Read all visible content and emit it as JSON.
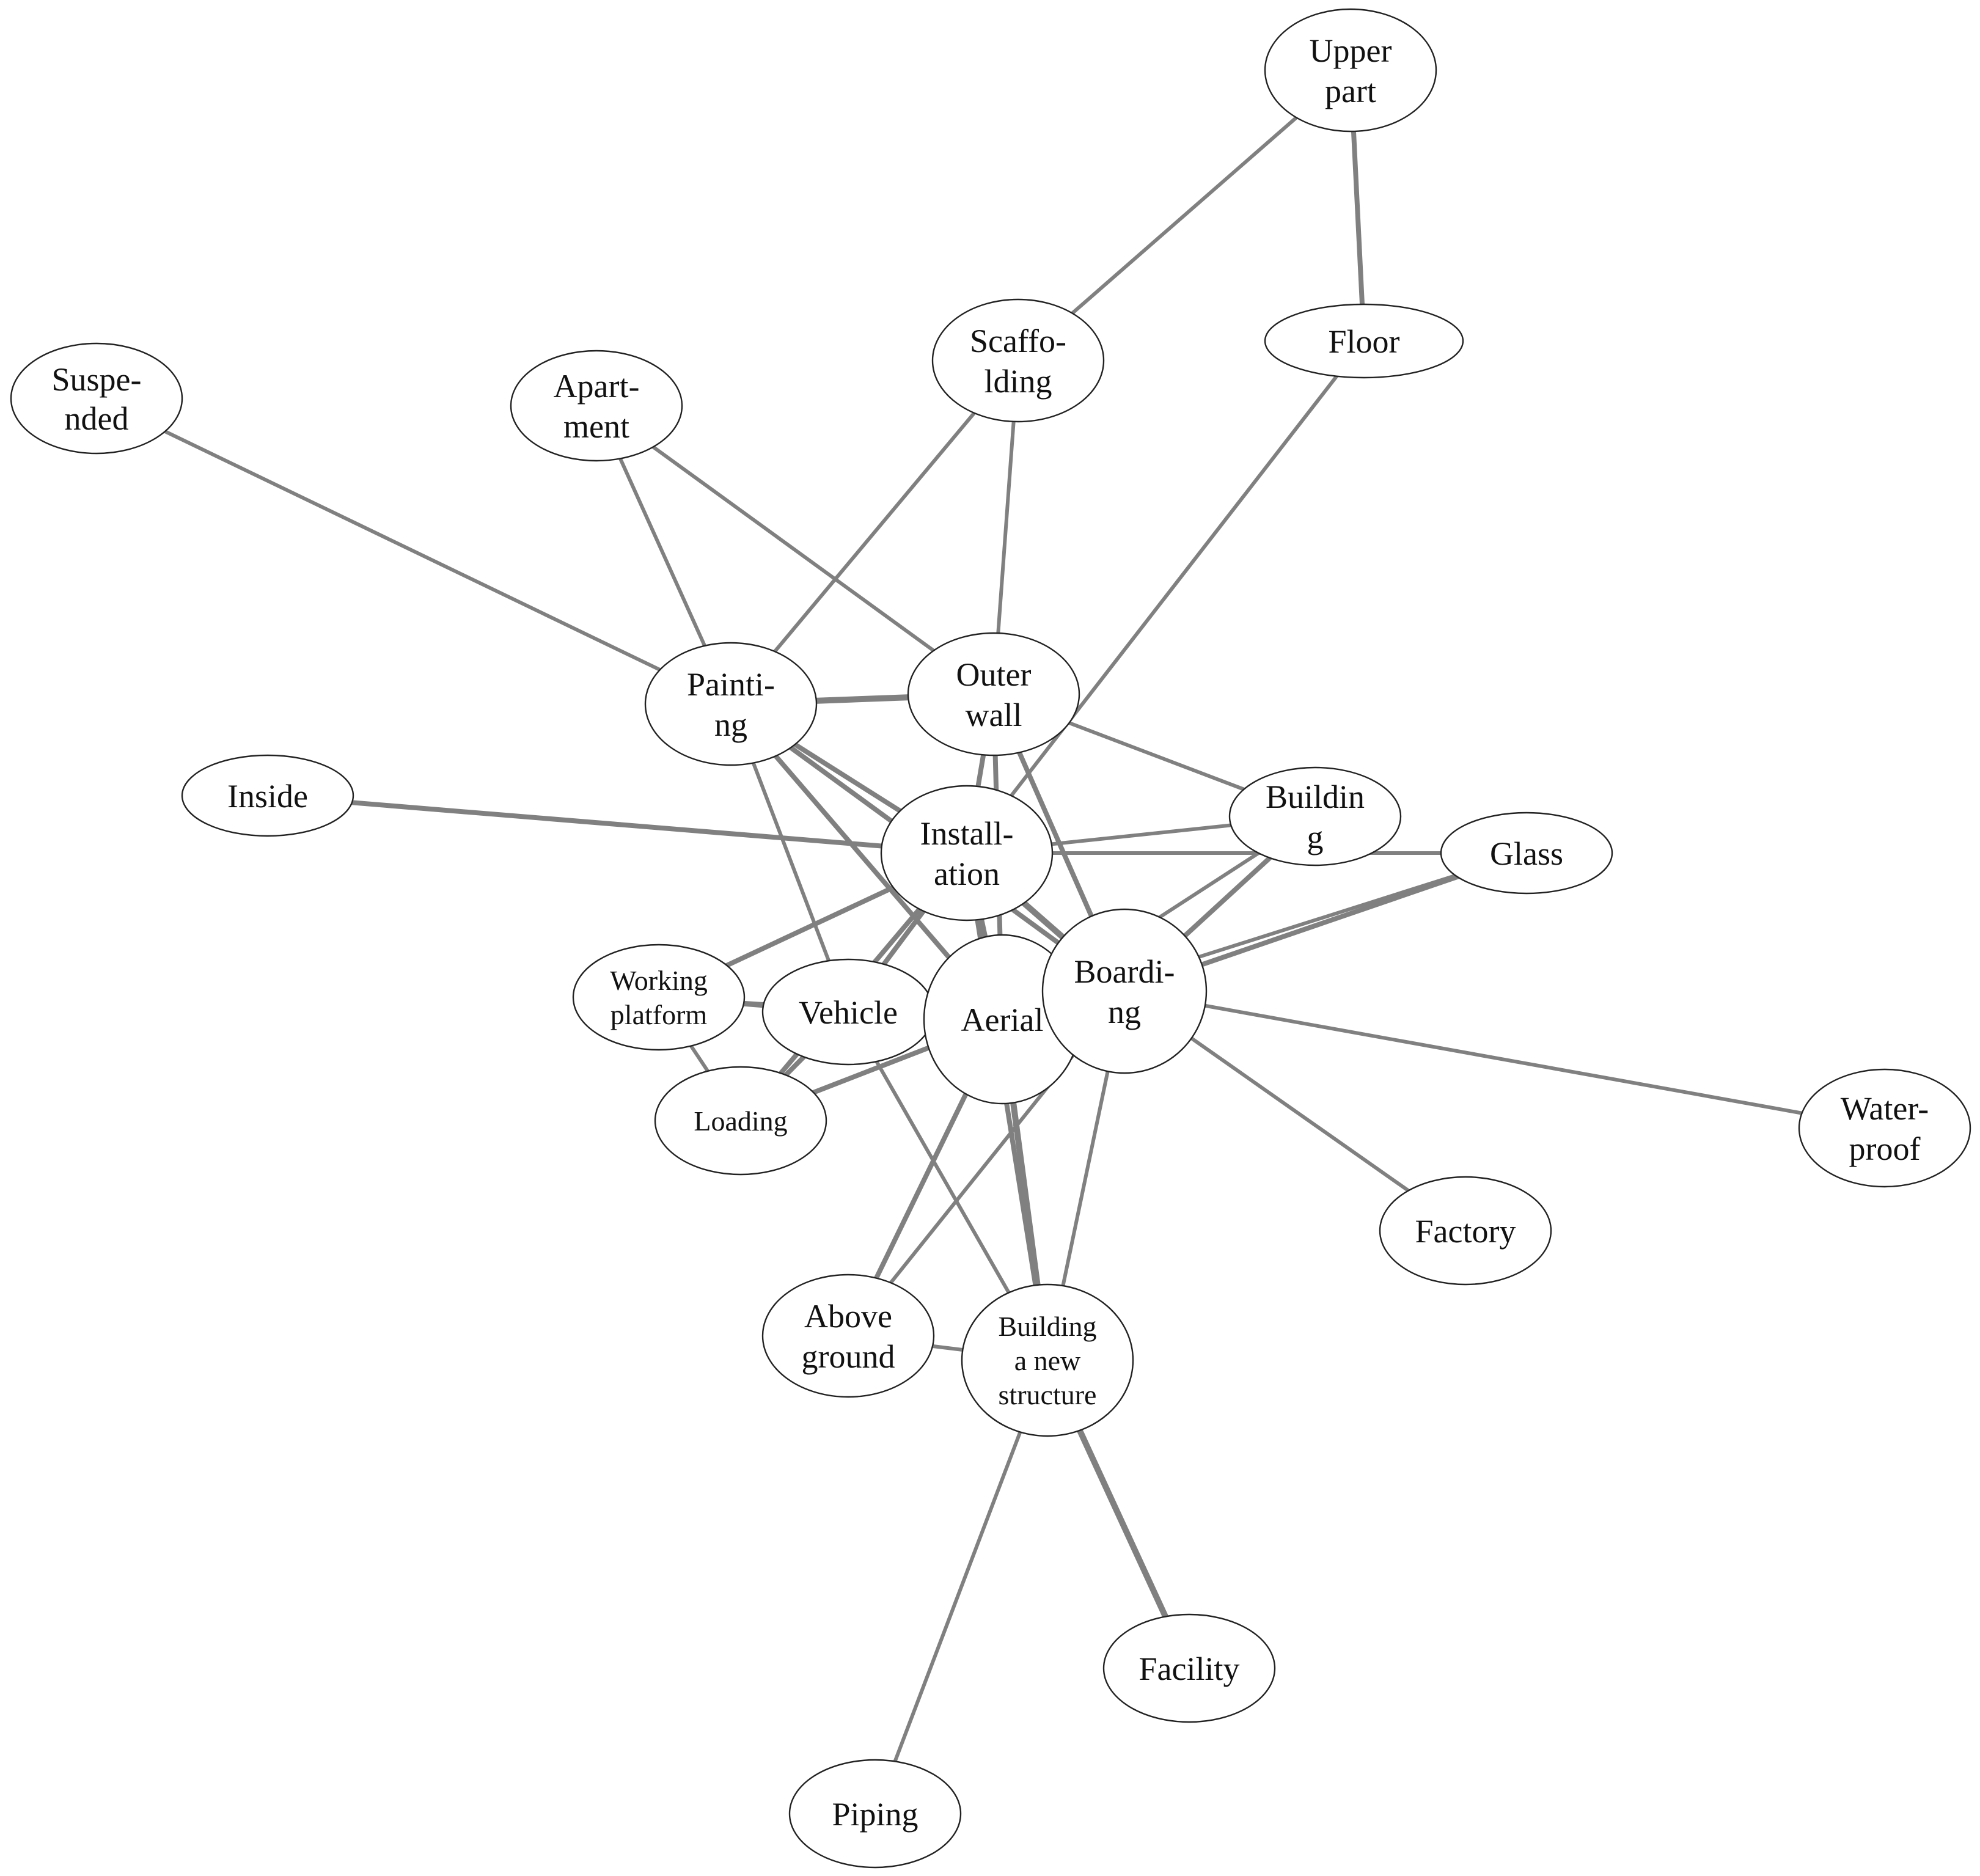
{
  "network": {
    "nodes": [
      {
        "id": "upper-part",
        "lines": [
          "Upper",
          "part"
        ]
      },
      {
        "id": "floor",
        "lines": [
          "Floor"
        ]
      },
      {
        "id": "scaffolding",
        "lines": [
          "Scaffo-",
          "lding"
        ]
      },
      {
        "id": "suspended",
        "lines": [
          "Suspe-",
          "nded"
        ]
      },
      {
        "id": "apartment",
        "lines": [
          "Apart-",
          "ment"
        ]
      },
      {
        "id": "painting",
        "lines": [
          "Painti-",
          "ng"
        ]
      },
      {
        "id": "outer-wall",
        "lines": [
          "Outer",
          "wall"
        ]
      },
      {
        "id": "inside",
        "lines": [
          "Inside"
        ]
      },
      {
        "id": "installation",
        "lines": [
          "Install-",
          "ation"
        ]
      },
      {
        "id": "building",
        "lines": [
          "Buildin",
          "g"
        ]
      },
      {
        "id": "glass",
        "lines": [
          "Glass"
        ]
      },
      {
        "id": "working-platform",
        "lines": [
          "Working",
          "platform"
        ]
      },
      {
        "id": "vehicle",
        "lines": [
          "Vehicle"
        ]
      },
      {
        "id": "aerial",
        "lines": [
          "Aerial"
        ]
      },
      {
        "id": "boarding",
        "lines": [
          "Boardi-",
          "ng"
        ]
      },
      {
        "id": "waterproof",
        "lines": [
          "Water-",
          "proof"
        ]
      },
      {
        "id": "loading",
        "lines": [
          "Loading"
        ]
      },
      {
        "id": "factory",
        "lines": [
          "Factory"
        ]
      },
      {
        "id": "above-ground",
        "lines": [
          "Above",
          "ground"
        ]
      },
      {
        "id": "building-new-structure",
        "lines": [
          "Building",
          "a new",
          "structure"
        ]
      },
      {
        "id": "facility",
        "lines": [
          "Facility"
        ]
      },
      {
        "id": "piping",
        "lines": [
          "Piping"
        ]
      }
    ],
    "edges": [
      {
        "from": "upper-part",
        "to": "scaffolding",
        "weight": 2
      },
      {
        "from": "upper-part",
        "to": "floor",
        "weight": 3
      },
      {
        "from": "floor",
        "to": "installation",
        "weight": 2
      },
      {
        "from": "scaffolding",
        "to": "painting",
        "weight": 2
      },
      {
        "from": "scaffolding",
        "to": "outer-wall",
        "weight": 2
      },
      {
        "from": "suspended",
        "to": "painting",
        "weight": 2
      },
      {
        "from": "apartment",
        "to": "painting",
        "weight": 2
      },
      {
        "from": "apartment",
        "to": "outer-wall",
        "weight": 2
      },
      {
        "from": "painting",
        "to": "outer-wall",
        "weight": 4
      },
      {
        "from": "painting",
        "to": "installation",
        "weight": 3
      },
      {
        "from": "painting",
        "to": "aerial",
        "weight": 3
      },
      {
        "from": "painting",
        "to": "boarding",
        "weight": 3
      },
      {
        "from": "painting",
        "to": "vehicle",
        "weight": 2
      },
      {
        "from": "outer-wall",
        "to": "installation",
        "weight": 3
      },
      {
        "from": "outer-wall",
        "to": "building",
        "weight": 2
      },
      {
        "from": "outer-wall",
        "to": "aerial",
        "weight": 3
      },
      {
        "from": "outer-wall",
        "to": "boarding",
        "weight": 3
      },
      {
        "from": "inside",
        "to": "installation",
        "weight": 3
      },
      {
        "from": "installation",
        "to": "building",
        "weight": 2
      },
      {
        "from": "installation",
        "to": "glass",
        "weight": 2
      },
      {
        "from": "installation",
        "to": "working-platform",
        "weight": 3
      },
      {
        "from": "installation",
        "to": "vehicle",
        "weight": 3
      },
      {
        "from": "installation",
        "to": "aerial",
        "weight": 4
      },
      {
        "from": "installation",
        "to": "boarding",
        "weight": 4
      },
      {
        "from": "installation",
        "to": "loading",
        "weight": 3
      },
      {
        "from": "installation",
        "to": "building-new-structure",
        "weight": 3
      },
      {
        "from": "building",
        "to": "boarding",
        "weight": 3
      },
      {
        "from": "building",
        "to": "aerial",
        "weight": 2
      },
      {
        "from": "glass",
        "to": "boarding",
        "weight": 3
      },
      {
        "from": "glass",
        "to": "aerial",
        "weight": 2
      },
      {
        "from": "working-platform",
        "to": "vehicle",
        "weight": 3
      },
      {
        "from": "working-platform",
        "to": "aerial",
        "weight": 2
      },
      {
        "from": "working-platform",
        "to": "loading",
        "weight": 2
      },
      {
        "from": "vehicle",
        "to": "aerial",
        "weight": 4
      },
      {
        "from": "vehicle",
        "to": "loading",
        "weight": 3
      },
      {
        "from": "vehicle",
        "to": "building-new-structure",
        "weight": 2
      },
      {
        "from": "aerial",
        "to": "boarding",
        "weight": 5
      },
      {
        "from": "aerial",
        "to": "loading",
        "weight": 3
      },
      {
        "from": "aerial",
        "to": "above-ground",
        "weight": 3
      },
      {
        "from": "aerial",
        "to": "building-new-structure",
        "weight": 4
      },
      {
        "from": "boarding",
        "to": "waterproof",
        "weight": 2
      },
      {
        "from": "boarding",
        "to": "factory",
        "weight": 2
      },
      {
        "from": "boarding",
        "to": "above-ground",
        "weight": 2
      },
      {
        "from": "boarding",
        "to": "building-new-structure",
        "weight": 2
      },
      {
        "from": "above-ground",
        "to": "building-new-structure",
        "weight": 2
      },
      {
        "from": "building-new-structure",
        "to": "facility",
        "weight": 4
      },
      {
        "from": "building-new-structure",
        "to": "piping",
        "weight": 2
      }
    ]
  }
}
